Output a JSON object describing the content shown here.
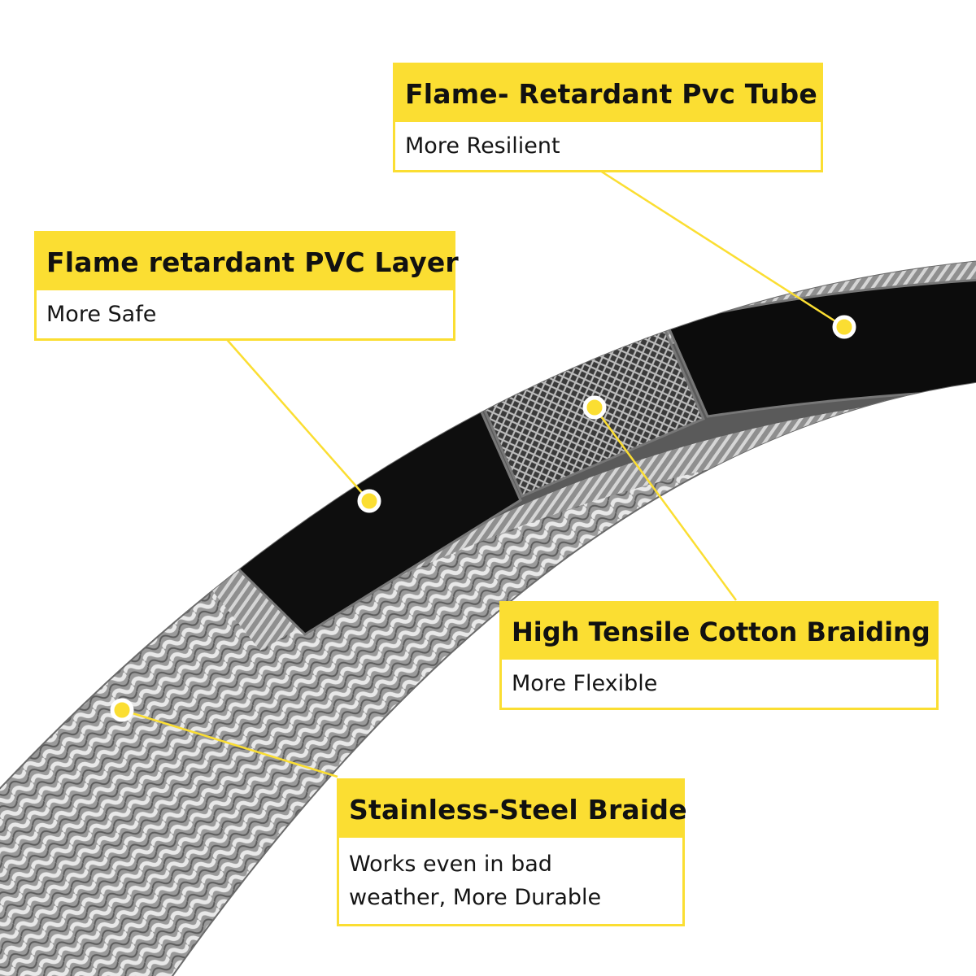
{
  "colors": {
    "accent": "#FBDE32",
    "braid_steel": "#b8b8b8",
    "pvc_layer": "#0e0e0e",
    "text": "#111111"
  },
  "diagram": {
    "callouts": [
      {
        "id": "pvc-tube",
        "title": "Flame- Retardant Pvc Tube",
        "subtitle": "More Resilient"
      },
      {
        "id": "pvc-layer",
        "title": "Flame retardant PVC Layer",
        "subtitle": "More Safe"
      },
      {
        "id": "cotton-braiding",
        "title": "High Tensile Cotton Braiding",
        "subtitle": "More Flexible"
      },
      {
        "id": "steel-braid",
        "title": "Stainless-Steel Braide",
        "subtitle_line1": "Works even in bad",
        "subtitle_line2": "weather, More Durable"
      }
    ]
  }
}
